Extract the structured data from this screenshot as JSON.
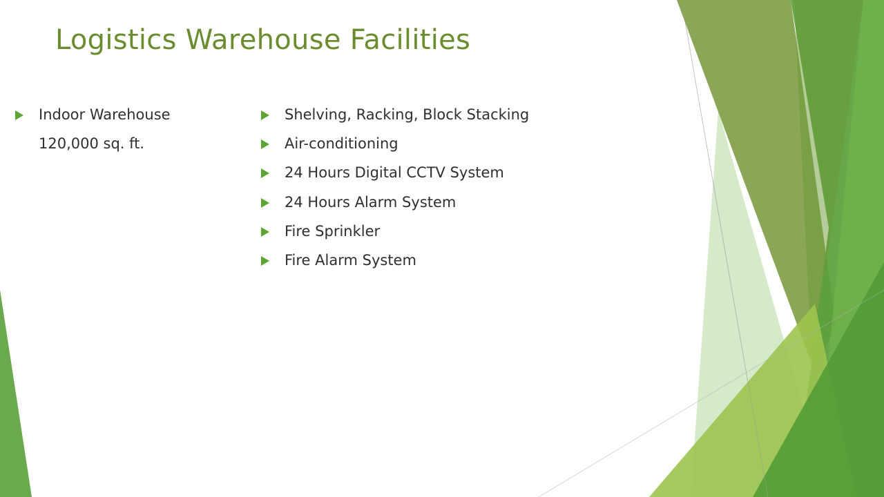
{
  "slide": {
    "title": "Logistics Warehouse Facilities",
    "colors": {
      "title": "#6b8c2e",
      "bullet_marker": "#5ba532",
      "body_text": "#2f2f2f",
      "decor_dark_olive": "#7a9a3f",
      "decor_green": "#5aa03a",
      "decor_light_green": "#8cc04e",
      "decor_pale_green": "#cfe5c0"
    },
    "left_column": {
      "items": [
        {
          "text": "Indoor Warehouse",
          "marker": "triangle-bullet-icon"
        },
        {
          "text": "120,000 sq. ft.",
          "marker": ""
        }
      ]
    },
    "right_column": {
      "items": [
        {
          "text": "Shelving, Racking, Block Stacking",
          "marker": "triangle-bullet-icon"
        },
        {
          "text": "Air-conditioning",
          "marker": "triangle-bullet-icon"
        },
        {
          "text": "24 Hours Digital CCTV System",
          "marker": "triangle-bullet-icon"
        },
        {
          "text": "24 Hours Alarm System",
          "marker": "triangle-bullet-icon"
        },
        {
          "text": "Fire Sprinkler",
          "marker": "triangle-bullet-icon"
        },
        {
          "text": "Fire Alarm System",
          "marker": "triangle-bullet-icon"
        }
      ]
    }
  }
}
